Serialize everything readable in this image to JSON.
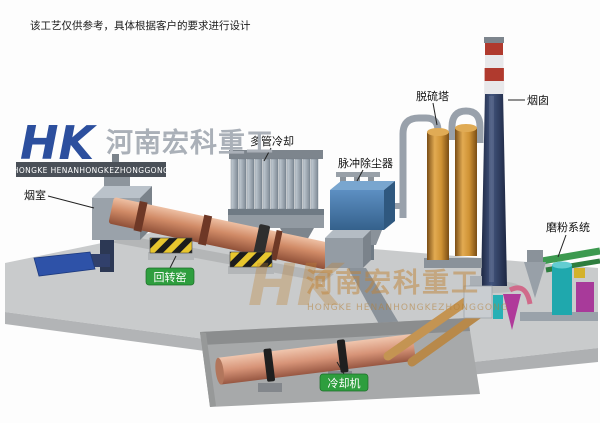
{
  "note": "该工艺仅供参考，具体根据客户的要求进行设计",
  "logo": {
    "mark": "HK",
    "company_cn": "河南宏科重工",
    "company_en": "HONGKE HENANHONGKEZHONGGONG"
  },
  "watermark": {
    "mark": "HK",
    "company_cn": "河南宏科重工",
    "company_en": "HONGKE HENANHONGKEZHONGGONG"
  },
  "equipment_labels": {
    "smoke_chamber": "烟室",
    "multi_tube_cooler": "多管冷却",
    "pulse_dust_collector": "脉冲除尘器",
    "desulfurization_tower": "脱硫塔",
    "chimney": "烟囱",
    "grinding_system": "磨粉系统",
    "rotary_kiln": "回转窑",
    "cooling_machine": "冷却机"
  },
  "colors": {
    "kiln_body": "#cf8a66",
    "cooler_body": "#d79478",
    "dust_collector_blue": "#4579ad",
    "tower_orange": "#cf9234",
    "chimney_navy": "#2c3a56",
    "chimney_red": "#b03a2e",
    "badge_green": "#2e9e3e",
    "logo_blue": "#2c4f9e",
    "watermark_tan": "#c08438",
    "platform_gray": "#c9cbcc",
    "mat_blue": "#2e52a8"
  }
}
